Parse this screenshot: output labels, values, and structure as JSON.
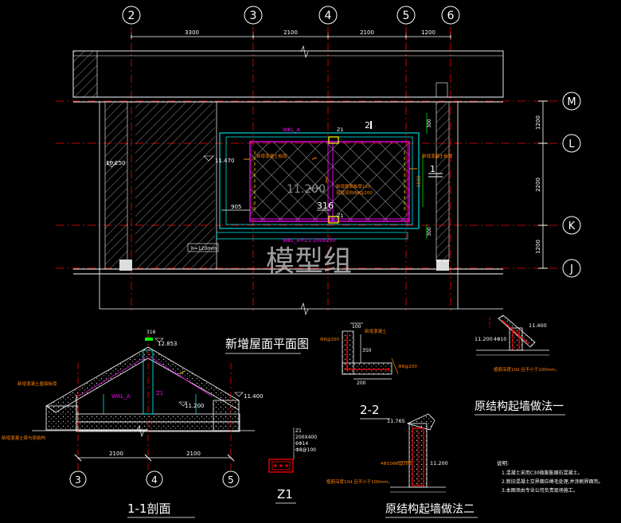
{
  "plan": {
    "title": "新增屋面平面图",
    "grid_top": [
      "2",
      "3",
      "4",
      "5",
      "6"
    ],
    "grid_right": [
      "M",
      "L",
      "K",
      "J"
    ],
    "dims_top": [
      "3300",
      "2100",
      "2100",
      "1200"
    ],
    "dims_right": [
      "1200",
      "2200",
      "1200"
    ],
    "elev_left": "10.250",
    "elev_mid": "11.470",
    "elev_main": "11.200",
    "tag_2": "2",
    "tag_1": "1",
    "dim_905": "905",
    "dim_316": "316",
    "dim_300_top": "300",
    "dim_300_bot": "300",
    "dim_1600": "1600",
    "wkl_top": "WKL_A",
    "wkl_bot": "WKL_A+Z1 200x250",
    "z1_top": "Z1",
    "z1_bot": "Z1",
    "note_left": "新增混凝土板厚",
    "note_right": "新增混凝土板厚",
    "slab_note_1": "新增屋面板厚120",
    "slab_note_2": "双层双向Φ8@200",
    "slab_box": "h=120mm",
    "watermark": "模型组"
  },
  "section11": {
    "title": "1-1剖面",
    "grid": [
      "3",
      "4",
      "5"
    ],
    "dims": [
      "2100",
      "2100"
    ],
    "elev_top": "12.853",
    "dim_top": "316",
    "elev_right": "11.400",
    "elev_mid": "11.200",
    "label_wkl": "WKL_A",
    "label_z1": "Z1",
    "note_1": "新增混凝土屋面板厚",
    "note_2": "新增混凝土梁与原结构"
  },
  "section22": {
    "title": "2-2",
    "dim_top": "100",
    "dim_side": "350",
    "dim_bot": "200",
    "note_top": "Φ8@200",
    "note_top2": "新增混凝土",
    "note_right": "Φ8@200"
  },
  "z1": {
    "title": "Z1",
    "lines": [
      "Z1",
      "200X400",
      "6Φ14",
      "Φ8@100"
    ]
  },
  "detail1": {
    "title": "原结构起墙做法一",
    "elev_top": "11.400",
    "elev_left": "11.200",
    "dim": "4Φ10",
    "note": "植筋深度10d 且不小于100mm。"
  },
  "detail2": {
    "title": "原结构起墙做法二",
    "elev_top": "11.765",
    "elev_right": "11.200",
    "dim": "4Φ10Φ8@200",
    "note": "植筋深度10d 且不小于100mm。"
  },
  "notes": {
    "heading": "说明:",
    "items": [
      "1.混凝土采用C30微膨胀细石混凝土。",
      "2.新旧混凝土交界面应凿毛处理,并涂刷界面剂。",
      "3.本图须由专业公司负责现场施工。"
    ]
  },
  "colors": {
    "background": "#000000",
    "line_white": "#ffffff",
    "grid_axis": "#ff0000",
    "beam_cyan": "#00ffff",
    "slab_magenta": "#ff00ff",
    "text_yellow": "#ffff00",
    "dim_green": "#00ff00",
    "label_orange": "#ff8000"
  }
}
